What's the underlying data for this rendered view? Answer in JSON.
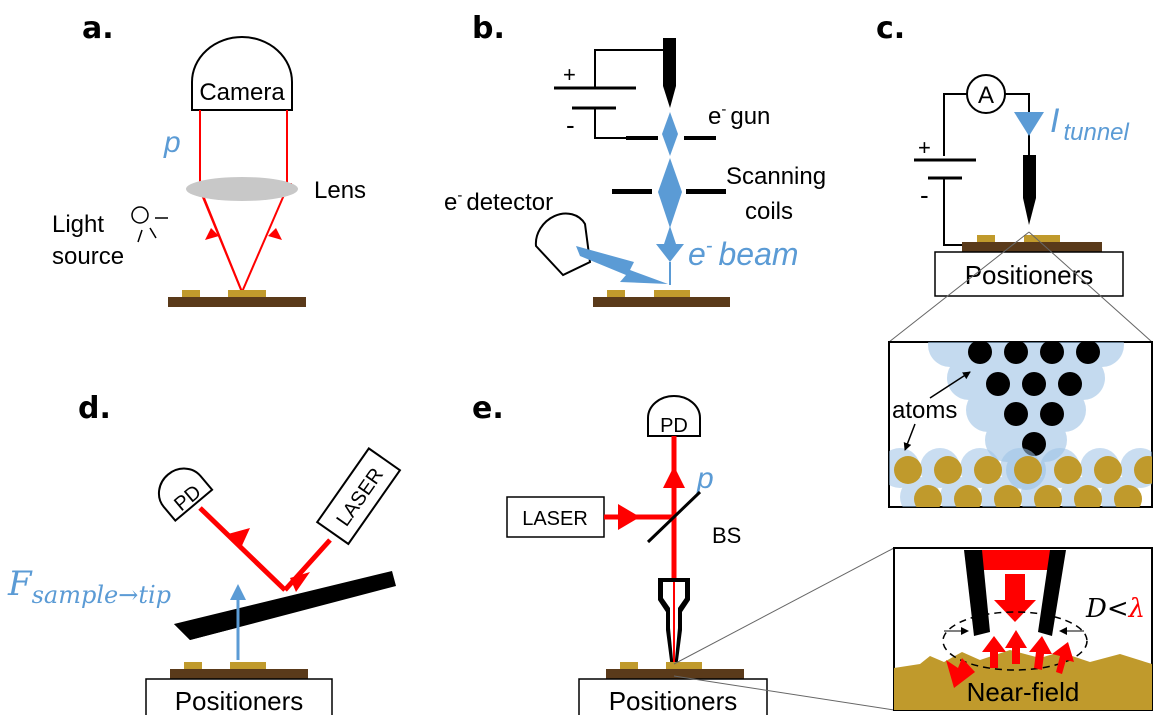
{
  "panels": {
    "a": {
      "letter": "a.",
      "camera": "Camera",
      "p": "p",
      "lens": "Lens",
      "light1": "Light",
      "light2": "source"
    },
    "b": {
      "letter": "b.",
      "plus": "+",
      "minus": "-",
      "gun_e": "e",
      "gun_sup": "-",
      "gun_word": "gun",
      "scan1": "Scanning",
      "scan2": "coils",
      "det_e": "e",
      "det_sup": "-",
      "det_word": "detector",
      "beam_e": "e",
      "beam_sup": "-",
      "beam_word": "beam"
    },
    "c": {
      "letter": "c.",
      "ammeter": "A",
      "plus": "+",
      "minus": "-",
      "current_I": "I",
      "current_sub": "tunnel",
      "positioners": "Positioners",
      "atoms": "atoms"
    },
    "d": {
      "letter": "d.",
      "pd": "PD",
      "laser": "LASER",
      "force_F": "F",
      "force_sub": "sample→tip",
      "positioners": "Positioners"
    },
    "e": {
      "letter": "e.",
      "pd": "PD",
      "p": "p",
      "laser": "LASER",
      "bs": "BS",
      "positioners": "Positioners",
      "d_label": "D<",
      "lambda": "λ",
      "nearfield": "Near-field"
    }
  },
  "colors": {
    "red": "#ff0000",
    "blue": "#5b9bd5",
    "sample": "#5a3a1a",
    "gold": "#c09a2c",
    "lens": "#c8c8c8",
    "atom_dark": "#000000",
    "atom_halo": "#9dc3e6"
  }
}
